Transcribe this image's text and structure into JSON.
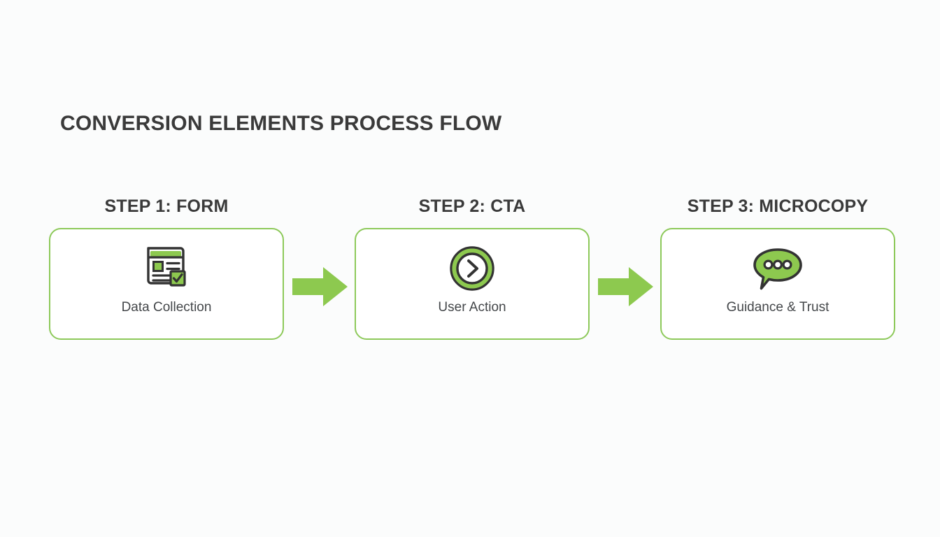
{
  "title": "CONVERSION ELEMENTS PROCESS FLOW",
  "colors": {
    "background": "#fbfcfc",
    "accent_green": "#8dc94f",
    "border_green": "#8dc95a",
    "dark": "#333333",
    "title_text": "#3a3a3a",
    "caption_text": "#44474a"
  },
  "steps": [
    {
      "heading": "STEP 1: FORM",
      "caption": "Data Collection",
      "icon": "form-document-icon"
    },
    {
      "heading": "STEP 2: CTA",
      "caption": "User Action",
      "icon": "chevron-right-circle-icon"
    },
    {
      "heading": "STEP 3: MICROCOPY",
      "caption": "Guidance & Trust",
      "icon": "speech-bubble-icon"
    }
  ],
  "connectors": [
    {
      "icon": "arrow-right-icon"
    },
    {
      "icon": "arrow-right-icon"
    }
  ]
}
